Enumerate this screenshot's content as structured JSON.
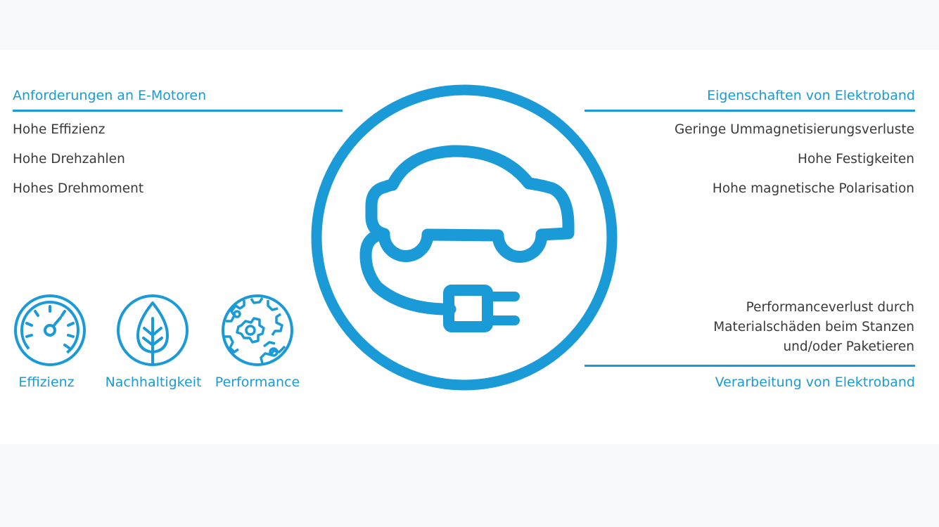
{
  "colors": {
    "accent": "#1a9ad6",
    "text": "#3a3a3a"
  },
  "left": {
    "heading": "Anforderungen an E-Motoren",
    "items": [
      "Hohe Effizienz",
      "Hohe Drehzahlen",
      "Hohes Drehmoment"
    ]
  },
  "right": {
    "heading": "Eigenschaften von Elektroband",
    "items": [
      "Geringe Ummagnetisierungsverluste",
      "Hohe Festigkeiten",
      "Hohe magnetische Polarisation"
    ]
  },
  "icons": [
    {
      "name": "speedometer-icon",
      "label": "Effizienz"
    },
    {
      "name": "leaf-icon",
      "label": "Nachhaltigkeit"
    },
    {
      "name": "gears-icon",
      "label": "Performance"
    }
  ],
  "processing": {
    "note_lines": [
      "Performanceverlust durch",
      "Materialschäden beim Stanzen",
      "und/oder Paketieren"
    ],
    "heading": "Verarbeitung von Elektroband"
  },
  "center_icon": "electric-car-plug-icon"
}
